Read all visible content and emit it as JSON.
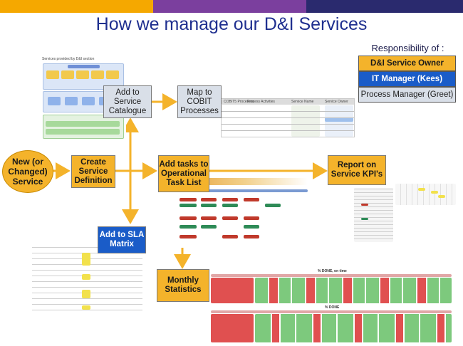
{
  "page": {
    "title": "How we manage our D&I Services",
    "colors": {
      "bar_orange": "#f5a800",
      "bar_purple": "#7b3f9e",
      "bar_dark": "#2a2a6e",
      "orange": "#f4b32b",
      "blue": "#1a5cc8",
      "grey": "#d9dfe8",
      "title": "#1f2f8f"
    }
  },
  "responsibility": {
    "label": "Responsibility of :",
    "service_owner": "D&I Service Owner",
    "it_manager": "IT Manager (Kees)",
    "process_manager": "Process Manager  (Greet)"
  },
  "flow": {
    "new_service": "New (or Changed) Service",
    "create_definition": "Create Service Definition",
    "add_catalogue": "Add to Service Catalogue",
    "map_cobit": "Map to COBIT Processes",
    "add_tasks": "Add tasks to Operational Task List",
    "report_kpi": "Report on Service KPI's",
    "add_sla": "Add  to SLA Matrix",
    "monthly_stats": "Monthly Statistics"
  },
  "thumbnails": {
    "catalogue_title": "Services provided by D&I section",
    "cobit_headers": [
      "COBIT5 Processes",
      "Process Activities",
      "Service Name",
      "Service Owner"
    ],
    "stats_title_1": "% DONE, on time",
    "stats_title_2": "% DONE"
  }
}
